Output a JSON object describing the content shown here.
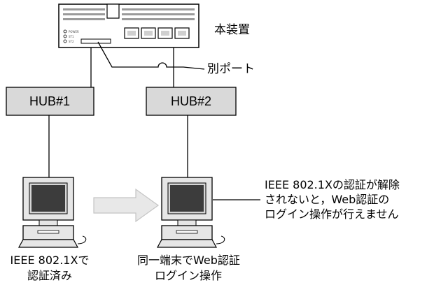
{
  "device": {
    "label": "本装置",
    "port_callout": "別ポート"
  },
  "hub1": {
    "label": "HUB#1"
  },
  "hub2": {
    "label": "HUB#2"
  },
  "left_pc": {
    "caption_line1": "IEEE 802.1Xで",
    "caption_line2": "認証済み"
  },
  "right_pc": {
    "caption_line1": "同一端末でWeb認証",
    "caption_line2": "ログイン操作"
  },
  "note": {
    "line1": "IEEE 802.1Xの認証が解除",
    "line2": "されないと，Web認証の",
    "line3": "ログイン操作が行えません"
  }
}
